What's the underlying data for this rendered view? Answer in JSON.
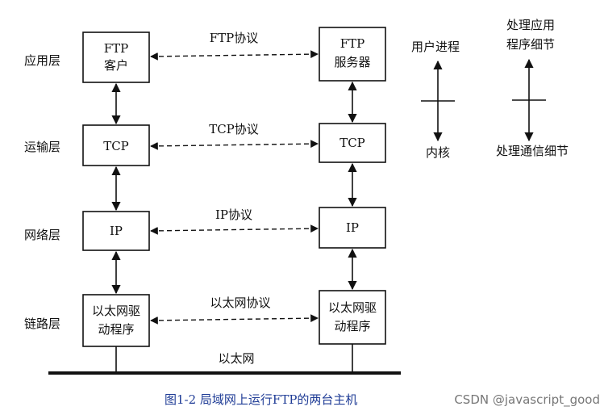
{
  "layers": {
    "application": "应用层",
    "transport": "运输层",
    "network": "网络层",
    "link": "链路层"
  },
  "left_stack": {
    "app_line1": "FTP",
    "app_line2": "客户",
    "tcp": "TCP",
    "ip": "IP",
    "driver_line1": "以太网驱",
    "driver_line2": "动程序"
  },
  "right_stack": {
    "app_line1": "FTP",
    "app_line2": "服务器",
    "tcp": "TCP",
    "ip": "IP",
    "driver_line1": "以太网驱",
    "driver_line2": "动程序"
  },
  "protocols": {
    "ftp": "FTP协议",
    "tcp": "TCP协议",
    "ip": "IP协议",
    "ethernet": "以太网协议"
  },
  "network_label": "以太网",
  "legend": {
    "user_process": "用户进程",
    "kernel": "内核",
    "app_details_line1": "处理应用",
    "app_details_line2": "程序细节",
    "comm_details": "处理通信细节"
  },
  "caption": "图1-2  局域网上运行FTP的两台主机",
  "watermark": "CSDN @javascript_good",
  "colors": {
    "caption": "#1f3c96",
    "watermark": "#777777",
    "stroke": "#111111"
  }
}
